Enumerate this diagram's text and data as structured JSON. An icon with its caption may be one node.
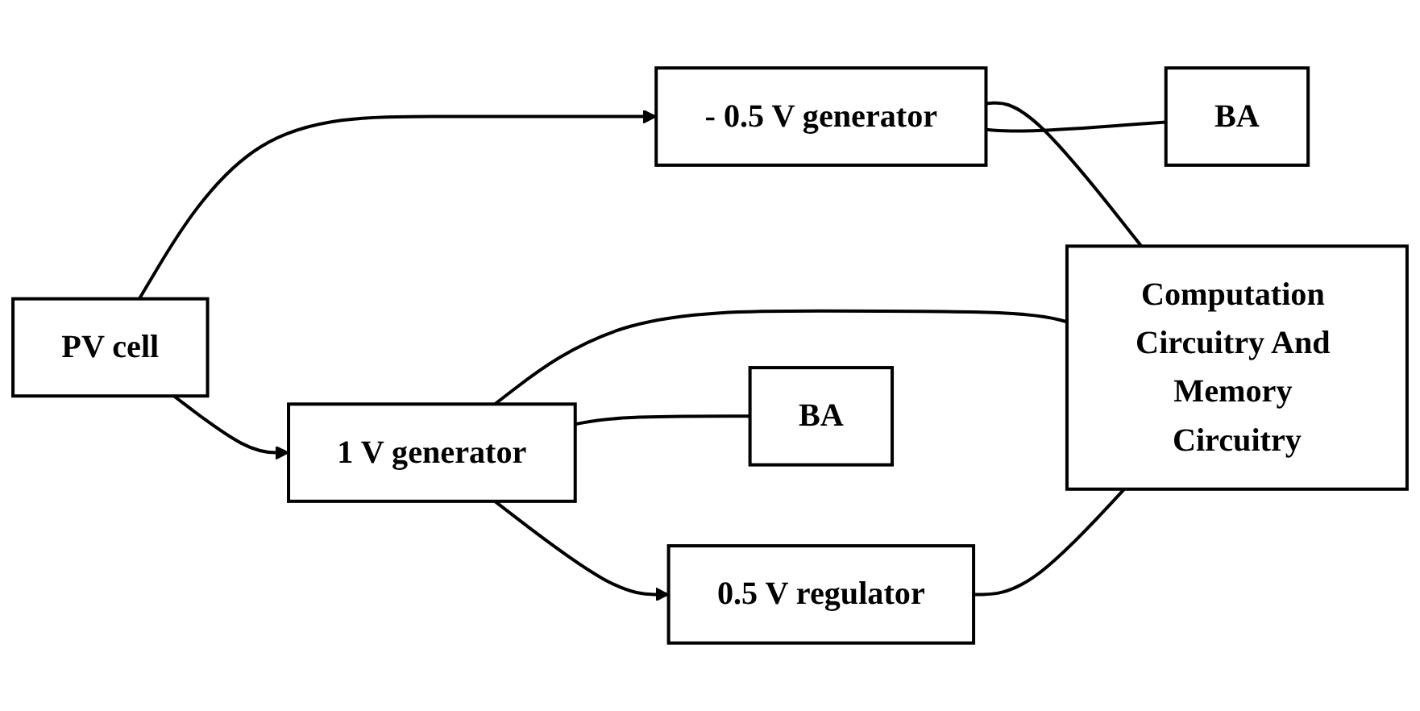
{
  "diagram": {
    "nodes": [
      {
        "text": [
          "PV cell"
        ]
      },
      {
        "text": [
          "- 0.5 V generator"
        ]
      },
      {
        "text": [
          "1 V generator"
        ]
      },
      {
        "text": [
          "0.5 V regulator"
        ]
      },
      {
        "text": [
          "BA"
        ]
      },
      {
        "text": [
          "BA"
        ]
      },
      {
        "text": [
          "Computation Circuitry And Memory Circuitry"
        ]
      }
    ],
    "edges": [
      {
        "from": 0,
        "to": 1,
        "arrow": "to"
      },
      {
        "from": 0,
        "to": 2,
        "arrow": "to"
      },
      {
        "from": 1,
        "to": 6,
        "arrow": "none"
      },
      {
        "from": 1,
        "to": 4,
        "arrow": "none"
      },
      {
        "from": 2,
        "to": 6,
        "arrow": "none"
      },
      {
        "from": 2,
        "to": 5,
        "arrow": "none"
      },
      {
        "from": 2,
        "to": 3,
        "arrow": "to"
      },
      {
        "from": 3,
        "to": 6,
        "arrow": "none"
      }
    ]
  }
}
